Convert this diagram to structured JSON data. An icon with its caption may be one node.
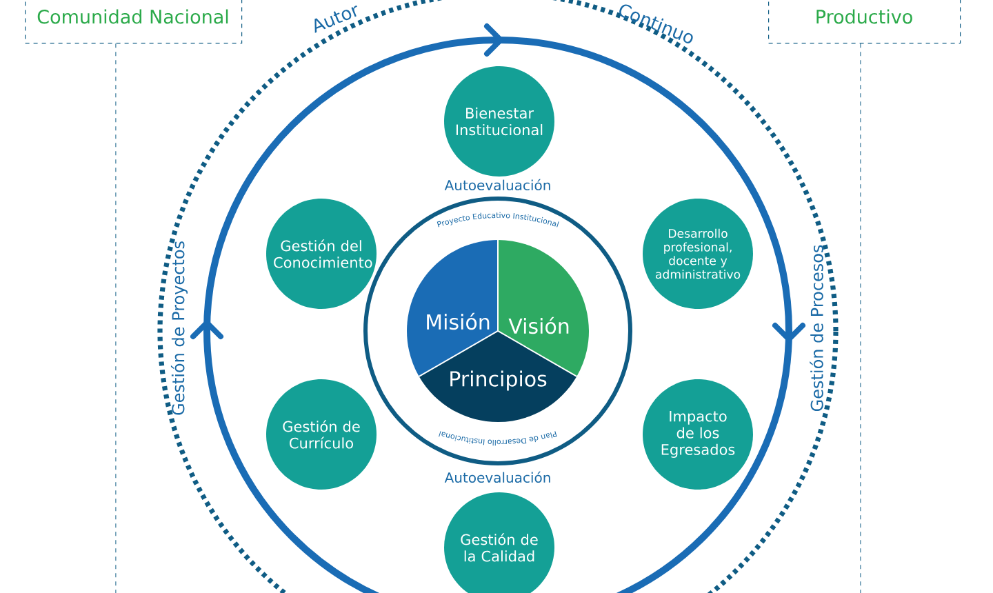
{
  "diagram": {
    "nodes": [
      {
        "text": [
          "Comunidad Nacional"
        ]
      },
      {
        "text": [
          "Productivo"
        ]
      },
      {
        "text": [
          "Proyecto Educativo Institucional",
          "Plan de Desarrollo Institucional"
        ]
      },
      {
        "text": [
          "Misión"
        ],
        "in": 2
      },
      {
        "text": [
          "Visión"
        ],
        "in": 2
      },
      {
        "text": [
          "Principios"
        ],
        "in": 2
      },
      {
        "text": [
          "Bienestar Institucional"
        ]
      },
      {
        "text": [
          "Gestión del Conocimiento"
        ]
      },
      {
        "text": [
          "Desarrollo profesional, docente y administrativo"
        ]
      },
      {
        "text": [
          "Gestión de Currículo"
        ]
      },
      {
        "text": [
          "Impacto de los Egresados"
        ]
      },
      {
        "text": [
          "Gestión de la Calidad"
        ]
      }
    ],
    "edges": [
      {
        "from": 0,
        "to": null,
        "arrow": "none",
        "style": "dashed"
      },
      {
        "from": 1,
        "to": null,
        "arrow": "none",
        "style": "dashed"
      }
    ],
    "labels": [
      "Autor",
      "Continuo",
      "Gestión de Proyectos",
      "Gestión de Procesos",
      "Autoevaluación",
      "Autoevaluación"
    ]
  }
}
